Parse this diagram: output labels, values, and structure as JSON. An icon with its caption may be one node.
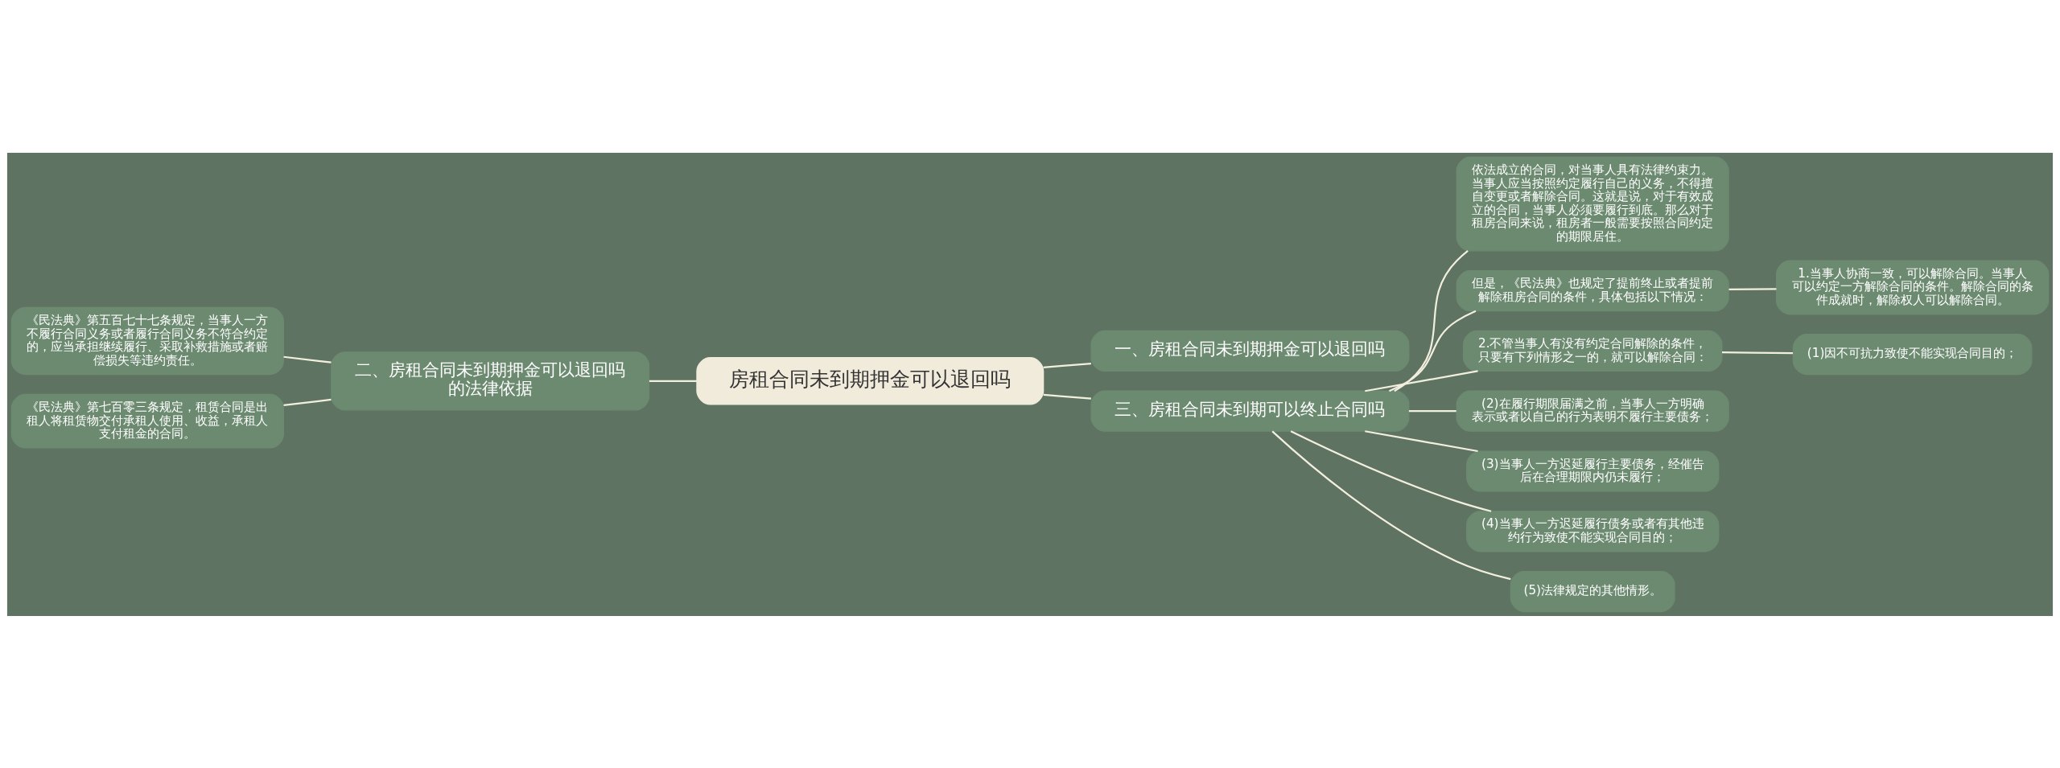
{
  "diagram": {
    "nodes": [
      {
        "text": [
          "房租合同未到期押金可以退回吗"
        ]
      },
      {
        "text": [
          "一、房租合同未到期押金可以退回吗"
        ]
      },
      {
        "text": [
          "二、房租合同未到期押金可以退回吗的法律依据"
        ]
      },
      {
        "text": [
          "《民法典》第五百七十七条规定，当事人一方不履行合同义务或者履行合同义务不符合约定的，应当承担继续履行、采取补救措施或者赔偿损失等违约责任。"
        ]
      },
      {
        "text": [
          "《民法典》第七百零三条规定，租赁合同是出租人将租赁物交付承租人使用、收益，承租人支付租金的合同。"
        ]
      },
      {
        "text": [
          "三、房租合同未到期可以终止合同吗"
        ]
      },
      {
        "text": [
          "依法成立的合同，对当事人具有法律约束力。当事人应当按照约定履行自己的义务，不得擅自变更或者解除合同。这就是说，对于有效成立的合同，当事人必须要履行到底。那么对于租房合同来说，租房者一般需要按照合同约定的期限居住。"
        ]
      },
      {
        "text": [
          "但是，《民法典》也规定了提前终止或者提前解除租房合同的条件，具体包括以下情况："
        ]
      },
      {
        "text": [
          "1.当事人协商一致，可以解除合同。当事人可以约定一方解除合同的条件。解除合同的条件成就时，解除权人可以解除合同。"
        ]
      },
      {
        "text": [
          "2.不管当事人有没有约定合同解除的条件，只要有下列情形之一的，就可以解除合同："
        ]
      },
      {
        "text": [
          "(1)因不可抗力致使不能实现合同目的；"
        ]
      },
      {
        "text": [
          "(2)在履行期限届满之前，当事人一方明确表示或者以自己的行为表明不履行主要债务；"
        ]
      },
      {
        "text": [
          "(3)当事人一方迟延履行主要债务，经催告后在合理期限内仍未履行；"
        ]
      },
      {
        "text": [
          "(4)当事人一方迟延履行债务或者有其他违约行为致使不能实现合同目的；"
        ]
      },
      {
        "text": [
          "(5)法律规定的其他情形。"
        ]
      }
    ],
    "edges": [
      {
        "from": 0,
        "to": 1,
        "arrow": "none"
      },
      {
        "from": 0,
        "to": 2,
        "arrow": "none"
      },
      {
        "from": 2,
        "to": 3,
        "arrow": "none"
      },
      {
        "from": 2,
        "to": 4,
        "arrow": "none"
      },
      {
        "from": 0,
        "to": 5,
        "arrow": "none"
      },
      {
        "from": 5,
        "to": 6,
        "arrow": "none"
      },
      {
        "from": 5,
        "to": 7,
        "arrow": "none"
      },
      {
        "from": 7,
        "to": 8,
        "arrow": "none"
      },
      {
        "from": 5,
        "to": 9,
        "arrow": "none"
      },
      {
        "from": 9,
        "to": 10,
        "arrow": "none"
      },
      {
        "from": 5,
        "to": 11,
        "arrow": "none"
      },
      {
        "from": 5,
        "to": 12,
        "arrow": "none"
      },
      {
        "from": 5,
        "to": 13,
        "arrow": "none"
      },
      {
        "from": 5,
        "to": 14,
        "arrow": "none"
      }
    ]
  }
}
